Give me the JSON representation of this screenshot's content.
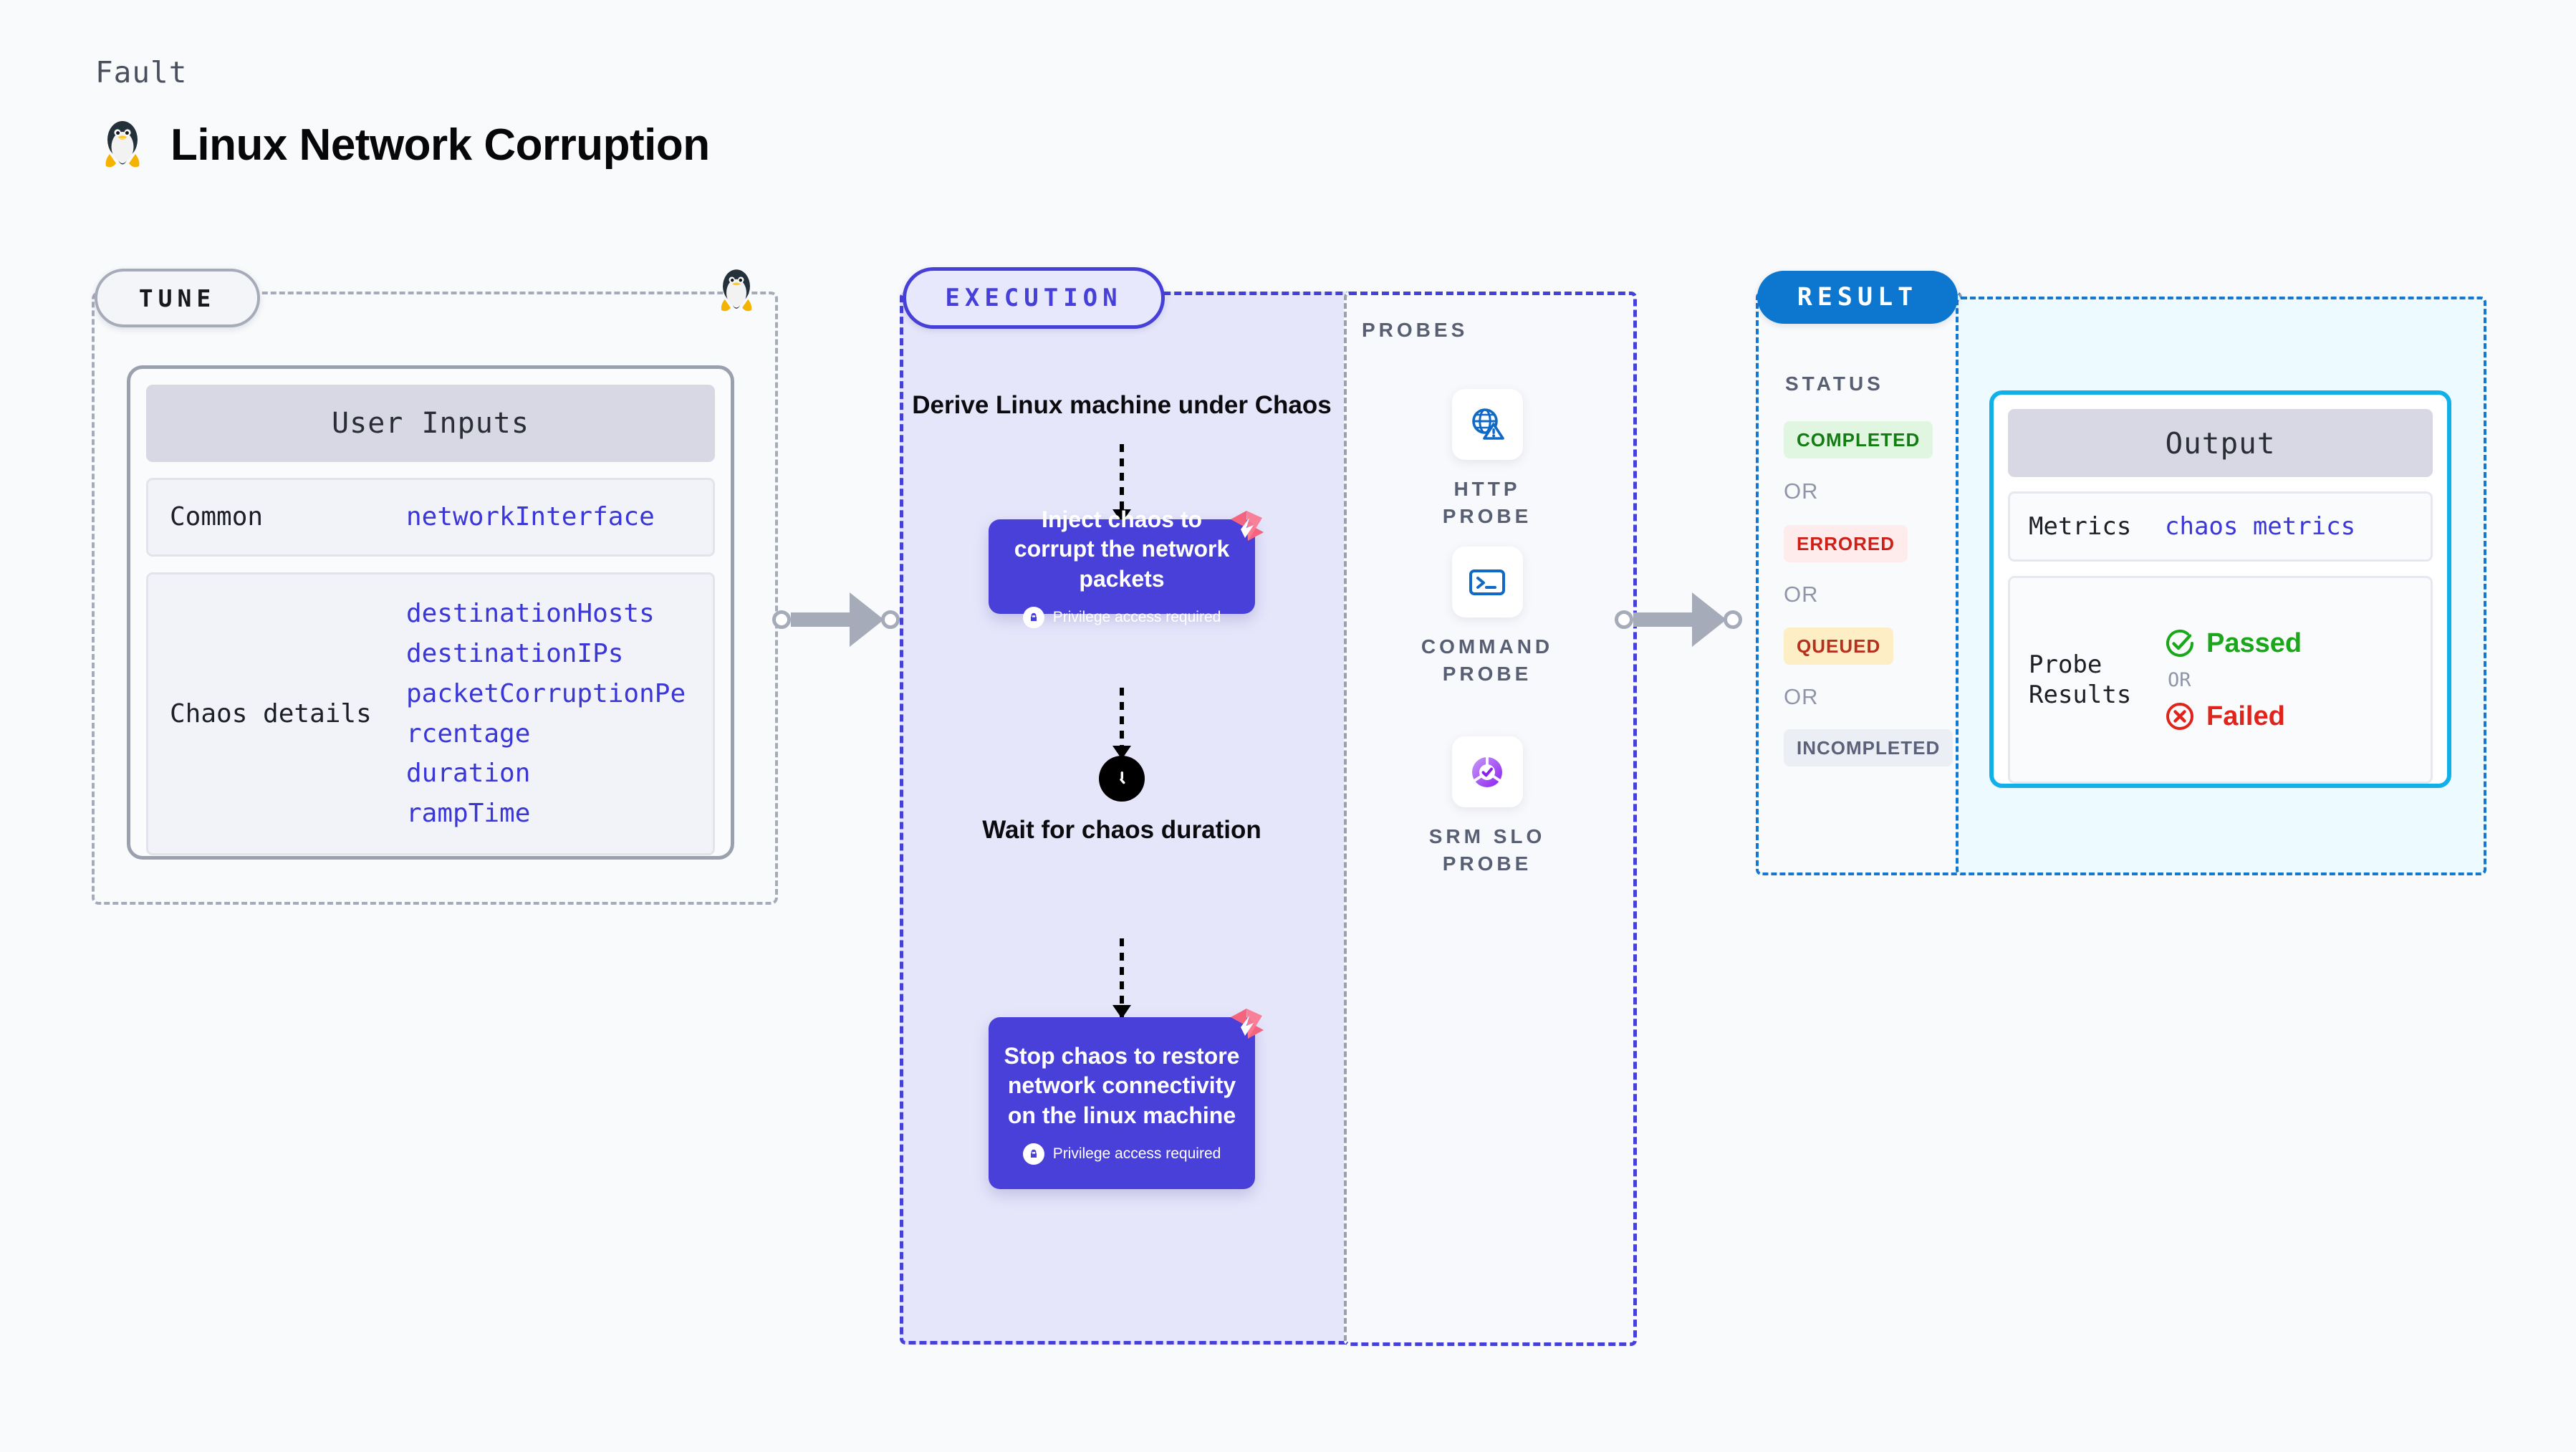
{
  "header": {
    "kind_label": "Fault",
    "title": "Linux Network Corruption",
    "icon": "linux-penguin-icon"
  },
  "tune": {
    "badge": "TUNE",
    "card_title": "User Inputs",
    "groups": [
      {
        "label": "Common",
        "values": [
          "networkInterface"
        ]
      },
      {
        "label": "Chaos details",
        "values": [
          "destinationHosts",
          "destinationIPs",
          "packetCorruptionPercentage",
          "duration",
          "rampTime"
        ]
      }
    ]
  },
  "execution": {
    "badge": "EXECUTION",
    "steps": {
      "derive": "Derive Linux machine under Chaos",
      "inject_title": "Inject chaos to corrupt the network packets",
      "inject_privilege": "Privilege access required",
      "wait": "Wait for chaos duration",
      "stop_title": "Stop chaos to restore network connectivity on the linux machine",
      "stop_privilege": "Privilege access required"
    }
  },
  "probes": {
    "title": "PROBES",
    "items": [
      {
        "label": "HTTP PROBE",
        "icon": "globe-warning-icon"
      },
      {
        "label": "COMMAND PROBE",
        "icon": "terminal-icon"
      },
      {
        "label": "SRM SLO PROBE",
        "icon": "slo-check-icon"
      }
    ]
  },
  "result": {
    "badge": "RESULT",
    "status_title": "STATUS",
    "or_label": "OR",
    "statuses": [
      {
        "label": "COMPLETED",
        "bg": "#e1f6e1",
        "fg": "#137c13"
      },
      {
        "label": "ERRORED",
        "bg": "#fdeceb",
        "fg": "#ce2018"
      },
      {
        "label": "QUEUED",
        "bg": "#fdeec5",
        "fg": "#b92f1e"
      },
      {
        "label": "INCOMPLETED",
        "bg": "#eceef6",
        "fg": "#5b6178"
      }
    ]
  },
  "output": {
    "card_title": "Output",
    "metrics_label": "Metrics",
    "metrics_value": "chaos metrics",
    "probe_results_label": "Probe Results",
    "passed_label": "Passed",
    "or_label": "OR",
    "failed_label": "Failed"
  },
  "colors": {
    "execution_accent": "#4640d8",
    "result_accent": "#0d76ce",
    "output_accent": "#11b0e8",
    "chaos_box": "#4940d9",
    "harness_pink": "#f4647f",
    "value_text": "#3a37d6",
    "connector": "#a6abba"
  }
}
